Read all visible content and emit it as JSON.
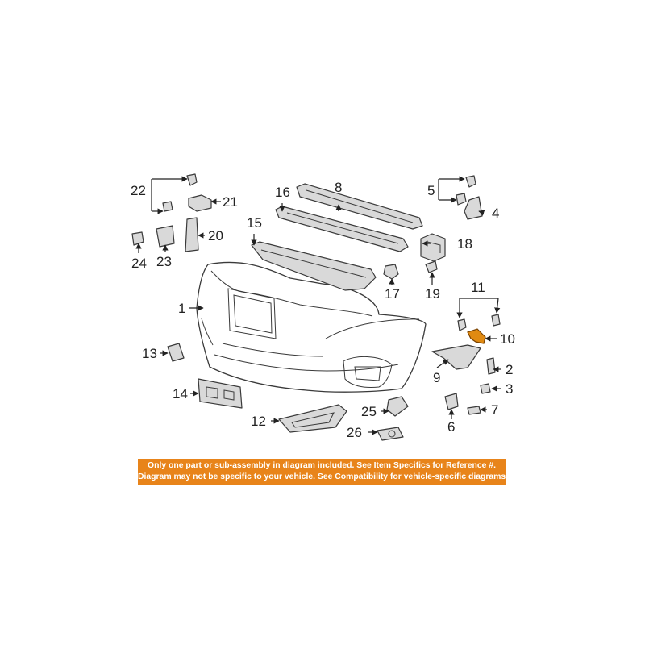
{
  "diagram": {
    "highlight_color": "#e8841a",
    "callouts": [
      "1",
      "2",
      "3",
      "4",
      "5",
      "6",
      "7",
      "8",
      "9",
      "10",
      "11",
      "12",
      "13",
      "14",
      "15",
      "16",
      "17",
      "18",
      "19",
      "20",
      "21",
      "22",
      "23",
      "24",
      "25",
      "26"
    ],
    "highlighted_part": "10"
  },
  "notice": {
    "line1": "Only one part or sub-assembly in diagram included. See Item Specifics for Reference #.",
    "line2": "Diagram may not be specific to your vehicle. See Compatibility for vehicle-specific diagrams."
  }
}
